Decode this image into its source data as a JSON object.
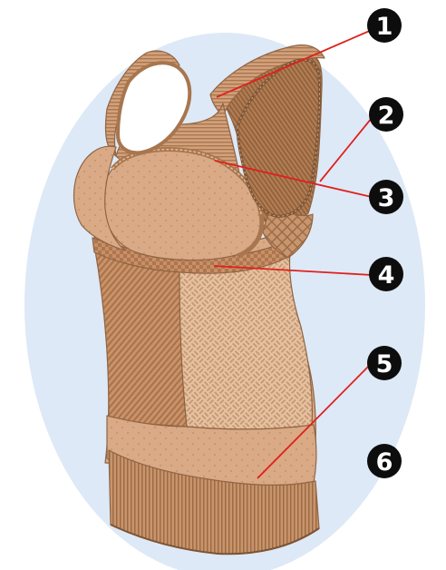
{
  "colors": {
    "background_oval": "#dde9f6",
    "garment_base": "#d7a782",
    "garment_dark": "#b98458",
    "garment_line": "#8f6444",
    "band_dark": "#a9764e",
    "leader_line": "#e0201c",
    "marker_fill": "#0d0d0d"
  },
  "callouts": [
    {
      "label": "1"
    },
    {
      "label": "2"
    },
    {
      "label": "3"
    },
    {
      "label": "4"
    },
    {
      "label": "5"
    },
    {
      "label": "6"
    }
  ]
}
